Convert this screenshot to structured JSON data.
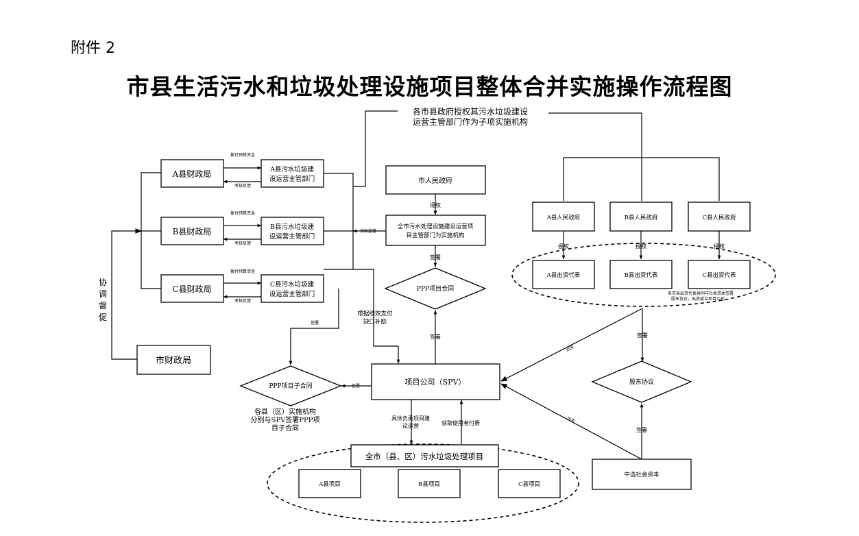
{
  "attachment": "附件 2",
  "title": "市县生活污水和垃圾处理设施项目整体合并实施操作流程图",
  "nodes": {
    "authorize_note_l1": "各市县政府授权其污水垃圾建设",
    "authorize_note_l2": "运营主管部门作为子项实施机构",
    "a_finance": "A县财政局",
    "b_finance": "B县财政局",
    "c_finance": "C县财政局",
    "a_dept_l1": "A县污水垃圾建",
    "a_dept_l2": "设运营主管部门",
    "b_dept_l1": "B县污水垃圾建",
    "b_dept_l2": "设运营主管部门",
    "c_dept_l1": "C县污水垃圾建",
    "c_dept_l2": "设运营主管部门",
    "city_gov": "市人民政府",
    "city_dept_l1": "全市污水处理设施建设运营项",
    "city_dept_l2": "目主管部门为实施机构",
    "ppp_contract": "PPP项目合同",
    "ppp_sub_contract": "PPP项目子合同",
    "sub_contract_note_l1": "各县（区）实施机构",
    "sub_contract_note_l2": "分别与SPV签署PPP项",
    "sub_contract_note_l3": "目子合同",
    "spv": "项目公司（SPV）",
    "city_finance": "市财政局",
    "coordinate": [
      "协",
      "调",
      "督",
      "促"
    ],
    "a_gov": "A县人民政府",
    "b_gov": "B县人民政府",
    "c_gov": "C县人民政府",
    "a_rep": "A县出资代表",
    "b_rep": "B县出资代表",
    "c_rep": "C县出资代表",
    "rep_note_l1": "各市县出资代表共同与社会资本签署",
    "rep_note_l2": "股东协议，出资成立项目公司",
    "shareholder_agreement": "股东协议",
    "social_capital": "中选社会资本",
    "program": "全市（县、区）污水垃圾处理项目",
    "a_project": "A县项目",
    "b_project": "B县项目",
    "c_project": "C县项目"
  },
  "edge_labels": {
    "pay_budget": "拨付预算资金",
    "assess_feedback": "考核反馈",
    "coop_supervise": "协助监督",
    "authorize": "授权",
    "sign": "签署",
    "perf_pay_l1": "根据绩效支付",
    "perf_pay_l2": "缺口补助",
    "build_op_l1": "具体负责项目建",
    "build_op_l2": "设运营",
    "user_fee": "获取使用者付费",
    "invest": "出资"
  }
}
